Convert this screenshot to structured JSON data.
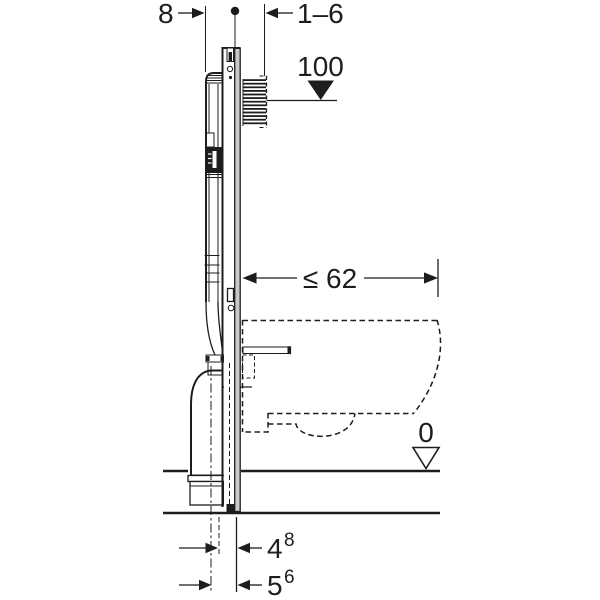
{
  "colors": {
    "line": "#1d1d1b",
    "rail_fill": "#c9c9c9",
    "background": "#ffffff"
  },
  "annotations": {
    "frame_depth": "8",
    "wall_finish_range": "1–6",
    "actuation_height": "100",
    "max_pan_width": "≤ 62",
    "floor_level": "0",
    "offset_48": {
      "base": "4",
      "sup": "8"
    },
    "offset_56": {
      "base": "5",
      "sup": "6"
    }
  }
}
